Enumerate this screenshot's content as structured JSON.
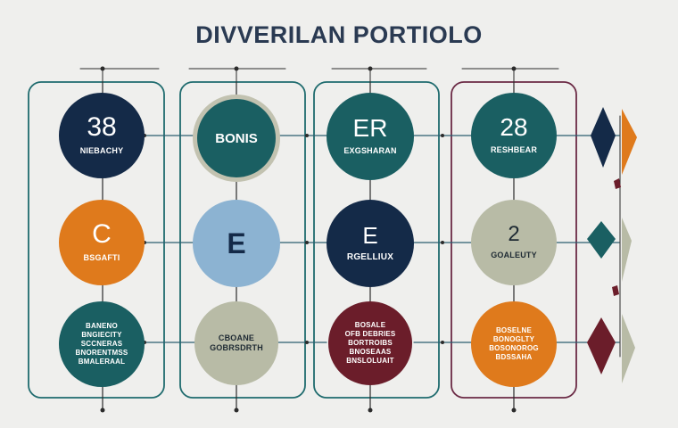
{
  "title": "DIVVERILAN PORTIOLO",
  "colors": {
    "navy": "#142a48",
    "teal": "#1a5f62",
    "orange": "#df7a1c",
    "light_blue": "#8cb3d2",
    "gray_green": "#b8bba6",
    "maroon": "#6b1d2a",
    "background": "#efefed"
  },
  "columns": [
    {
      "circles": [
        {
          "main": "38",
          "sub": "NIEBACHY"
        },
        {
          "main": "C",
          "sub": "BSGAFTI"
        },
        {
          "main": "",
          "sub": "BANENO\nBNGIECITY\nSCCNERAS\nBNORENTMSS\nBMALERAAL"
        }
      ]
    },
    {
      "circles": [
        {
          "main": "BONIS",
          "sub": ""
        },
        {
          "main": "E",
          "sub": ""
        },
        {
          "main": "",
          "sub": "CBOANE\nGOBRSDRTH"
        }
      ]
    },
    {
      "circles": [
        {
          "main": "ER",
          "sub": "EXGSHARAN"
        },
        {
          "main": "E",
          "sub": "RGELLIUX"
        },
        {
          "main": "",
          "sub": "BOSALE\nOFB DEBRIES\nBORTROIBS\nBNOSEAAS\nBNSLOLUAIT"
        }
      ]
    },
    {
      "circles": [
        {
          "main": "28",
          "sub": "RESHBEAR"
        },
        {
          "main": "2",
          "sub": "GOALEUTY"
        },
        {
          "main": "",
          "sub": "BOSELNE\nBONOGLTY\nBOSONOROG\nBDSSAHA"
        }
      ]
    }
  ]
}
